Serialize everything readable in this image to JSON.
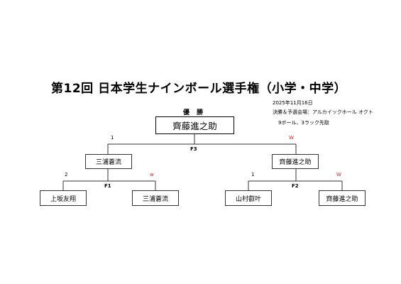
{
  "header": {
    "title": "第12回 日本学生ナインボール選手権（小学・中学）",
    "date": "2025年11月16日",
    "venue": "決勝＆予選会場：アルカイックホール オクト",
    "rules": "9ボール、3ラック先取"
  },
  "champion": {
    "label": "優勝",
    "name": "齊藤進之助"
  },
  "final": {
    "label": "F3",
    "left_score": "1",
    "right_score": "W"
  },
  "semifinal_left": {
    "label": "F1",
    "winner": "三浦蒼流",
    "left_score": "2",
    "right_score": "w"
  },
  "semifinal_right": {
    "label": "F2",
    "winner": "齊藤進之助",
    "left_score": "1",
    "right_score": "W"
  },
  "players": {
    "p1": "上坂友翔",
    "p2": "三浦蒼流",
    "p3": "山村叡叶",
    "p4": "齊藤進之助"
  },
  "colors": {
    "win": "#e02020",
    "line": "#333333"
  }
}
